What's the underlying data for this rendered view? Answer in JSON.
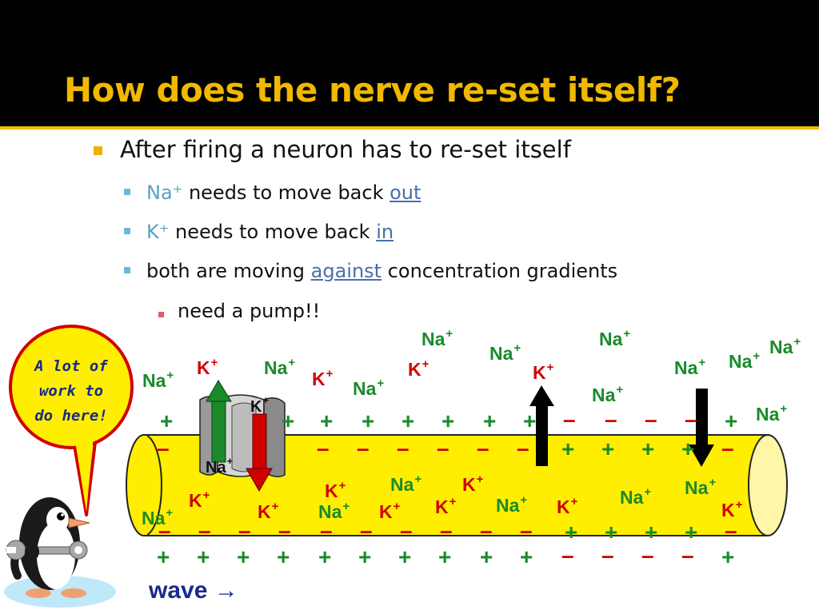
{
  "slide": {
    "title": "How does the nerve re-set itself?"
  },
  "bullets": {
    "level1": {
      "text": "After firing a neuron has to re-set itself"
    },
    "level2": [
      {
        "ion": "Na⁺",
        "before": " needs to move back ",
        "link": "out",
        "after": ""
      },
      {
        "ion": "K⁺",
        "before": " needs to move back ",
        "link": "in",
        "after": ""
      },
      {
        "ion": "",
        "before": "both are moving ",
        "link": "against",
        "after": " concentration gradients"
      }
    ],
    "level3": {
      "text": "need a pump!!"
    }
  },
  "callout": {
    "text": "A lot of work to do here!"
  },
  "diagram": {
    "ion_symbols": {
      "na": "Na",
      "k": "K",
      "charge": "+"
    },
    "pump": {
      "top_label": "K",
      "bottom_label": "Na"
    },
    "signs": {
      "plus": "+",
      "minus": "–"
    },
    "wave_label": "wave →",
    "colors": {
      "axon": "#ffee00",
      "na_ion": "#1a8a2a",
      "k_ion": "#d00000",
      "pump_arrow_out": "#1a8a2a",
      "pump_arrow_in": "#d00000",
      "title": "#f0b800",
      "wave_text": "#1a2a8a"
    },
    "icons": [
      "penguin-icon",
      "speech-bubble-icon",
      "wrench-icon",
      "arrow-up-icon",
      "arrow-down-icon"
    ]
  }
}
